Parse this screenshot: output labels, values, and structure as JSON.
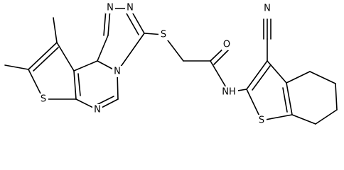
{
  "atom_labels": {
    "n_triazole_left": "N",
    "n_triazole_right": "N",
    "n_bridge": "N",
    "n_pyrimidine": "N",
    "s_thiophene_left": "S",
    "s_thioether": "S",
    "o_carbonyl": "O",
    "nh_amide": "NH",
    "n_nitrile": "N",
    "s_thiophene_right": "S"
  },
  "colors": {
    "bond": "#000000",
    "label": "#000000",
    "background": "#ffffff"
  }
}
